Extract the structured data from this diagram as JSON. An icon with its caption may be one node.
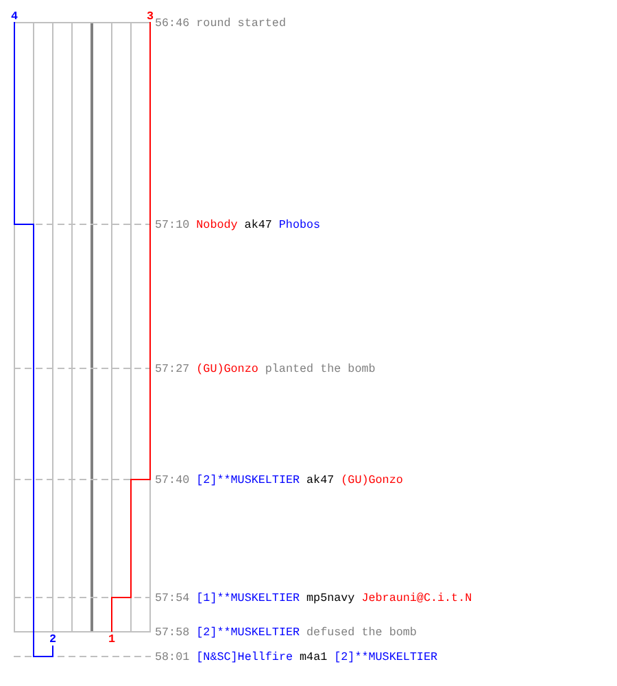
{
  "diagram": {
    "labels": [
      "4",
      "3",
      "56:46",
      "round started",
      "57:10",
      "Nobody",
      "ak47",
      "Phobos",
      "57:27",
      "(GU)Gonzo",
      "planted the bomb",
      "57:40",
      "[2]**MUSKELTIER",
      "ak47",
      "(GU)Gonzo",
      "57:54",
      "[1]**MUSKELTIER",
      "mp5navy",
      "Jebrauni@C.i.t.N",
      "2",
      "1",
      "57:58",
      "[2]**MUSKELTIER",
      "defused the bomb",
      "58:01",
      "[N&SC]Hellfire",
      "m4a1",
      "[2]**MUSKELTIER"
    ]
  }
}
